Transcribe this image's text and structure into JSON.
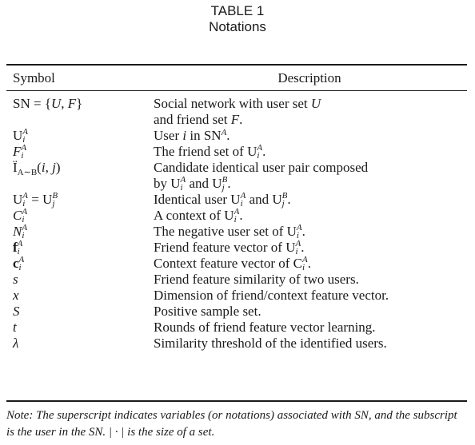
{
  "table": {
    "label": "TABLE 1",
    "subtitle": "Notations",
    "headers": {
      "symbol": "Symbol",
      "description": "Description"
    },
    "rows": [
      {
        "symbol": "SN = {U, F}",
        "description": "Social network with user set U",
        "description_2": "and friend set F."
      },
      {
        "symbol": "U_i^A",
        "description": "User i in SN^A."
      },
      {
        "symbol": "F_i^A",
        "description": "The friend set of U_i^A."
      },
      {
        "symbol": "Ï_{A∼B}(i, j)",
        "description": "Candidate identical user pair composed",
        "description_2": "by U_i^A and U_j^B."
      },
      {
        "symbol": "U_i^A = U_j^B",
        "description": "Identical user U_i^A and U_j^B."
      },
      {
        "symbol": "C_i^A",
        "description": "A context of U_i^A."
      },
      {
        "symbol": "N_i^A",
        "description": "The negative user set of U_i^A."
      },
      {
        "symbol": "f_i^A",
        "description": "Friend feature vector of U_i^A."
      },
      {
        "symbol": "c_i^A",
        "description": "Context feature vector of C_i^A."
      },
      {
        "symbol": "s",
        "description": "Friend feature similarity of two users."
      },
      {
        "symbol": "x",
        "description": "Dimension of friend/context feature vector."
      },
      {
        "symbol": "S",
        "description": "Positive sample set."
      },
      {
        "symbol": "t",
        "description": "Rounds of friend feature vector learning."
      },
      {
        "symbol": "λ",
        "description": "Similarity threshold of the identified users."
      }
    ],
    "note": "Note: The superscript indicates variables (or notations) associated with SN, and the subscript is the user in the SN. | · | is the size of a set."
  }
}
